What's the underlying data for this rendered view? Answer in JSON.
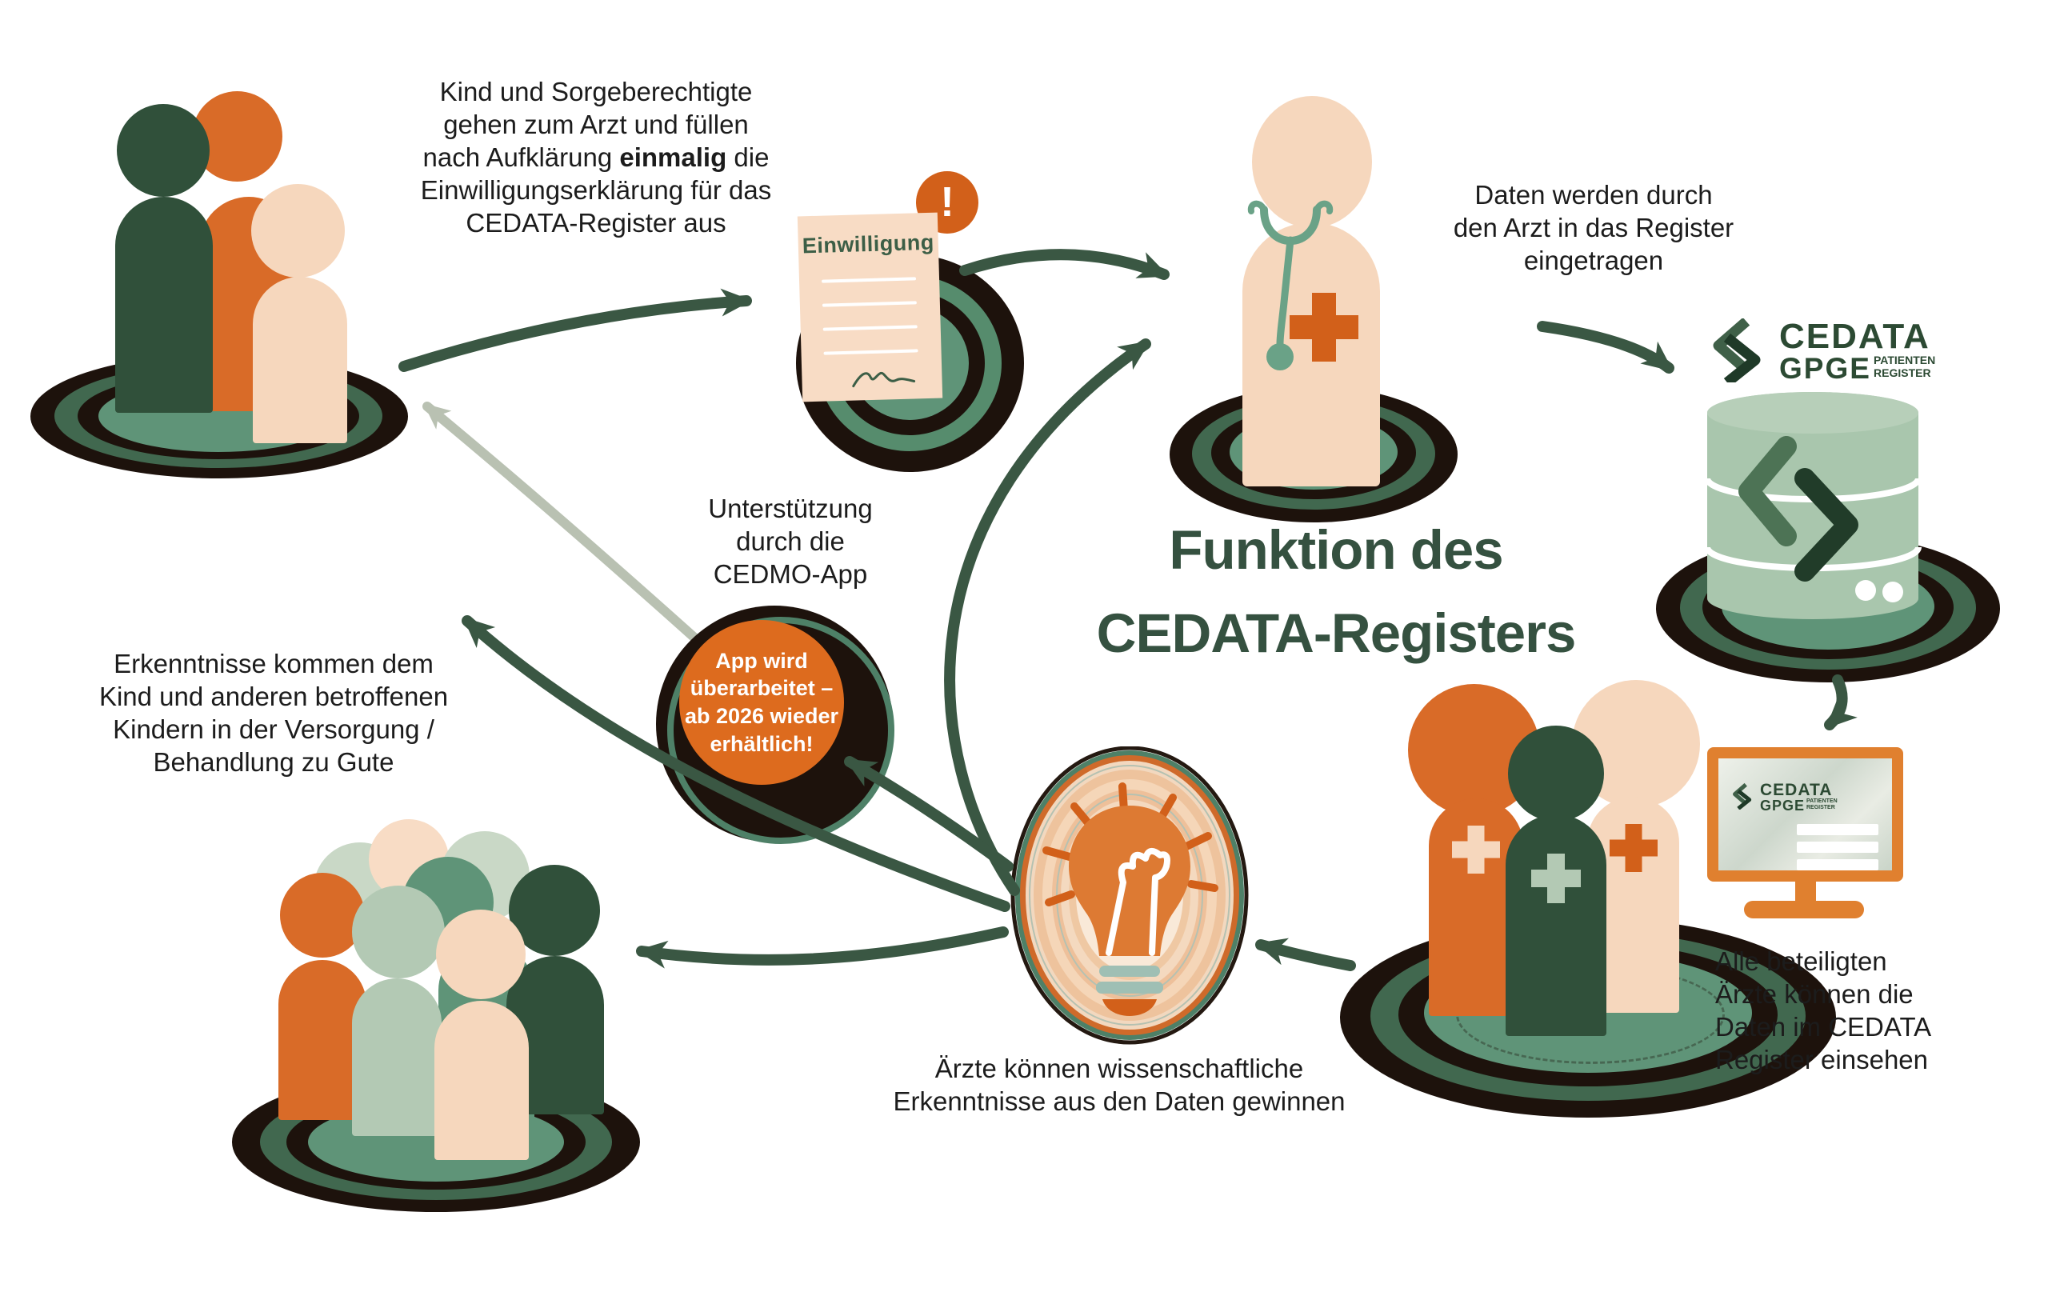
{
  "title": {
    "line1": "Funktion des",
    "line2": "CEDATA-Registers"
  },
  "texts": {
    "consent": {
      "l1": "Kind und Sorgeberechtigte",
      "l2": "gehen zum Arzt und füllen",
      "l3pre": "nach Aufklärung ",
      "l3bold": "einmalig",
      "l3post": " die",
      "l4": "Einwilligungserklärung für das",
      "l5": "CEDATA-Register aus"
    },
    "entry": {
      "l1": "Daten werden durch",
      "l2": "den Arzt in das Register",
      "l3": "eingetragen"
    },
    "support": {
      "l1": "Unterstützung",
      "l2": "durch die",
      "l3": "CEDMO-App"
    },
    "app_badge": {
      "l1": "App wird",
      "l2": "überarbeitet –",
      "l3": "ab 2026 wieder",
      "l4": "erhältlich!"
    },
    "outcome": {
      "l1": "Erkenntnisse kommen dem",
      "l2": "Kind und anderen betroffenen",
      "l3": "Kindern in der Versorgung /",
      "l4": "Behandlung zu Gute"
    },
    "insights": {
      "l1": "Ärzte können wissenschaftliche",
      "l2": "Erkenntnisse aus den Daten gewinnen"
    },
    "access": {
      "l1": "Alle beteiligten",
      "l2": "Ärzte können die",
      "l3": "Daten im CEDATA",
      "l4": "Register einsehen"
    }
  },
  "document": {
    "title": "Einwilligung",
    "alert": "!"
  },
  "logo": {
    "name": "CEDATA",
    "org": "GPGE",
    "sub_line1": "PATIENTEN",
    "sub_line2": "REGISTER"
  },
  "colors": {
    "dark_green": "#30503a",
    "orange": "#d96b28",
    "peach": "#f6d7bd",
    "sage": "#b3c9b4",
    "pale_sage": "#c9d8c6",
    "teal": "#5f9478",
    "badge_orange": "#d2601a",
    "app_orange": "#dd6b1e",
    "bulb_orange": "#dd7a33",
    "arrow_green": "#3a5743",
    "arrow_gray": "#b9c1b2",
    "platform_black": "#1d120c",
    "platform_green": "#41684f",
    "db_fill": "#a9c6ad",
    "db_top": "#b7cfb9",
    "monitor_orange": "#e0802f",
    "logo_green": "#2c4a33",
    "title_green": "#355140",
    "text_black": "#1c1c1c",
    "doc_peach": "#f8dcc5",
    "stetho_teal": "#6aa287",
    "bulb_base": "#9fbfb4",
    "ring_teal": "#4e8067",
    "ring_orange": "#cf6a2a"
  }
}
